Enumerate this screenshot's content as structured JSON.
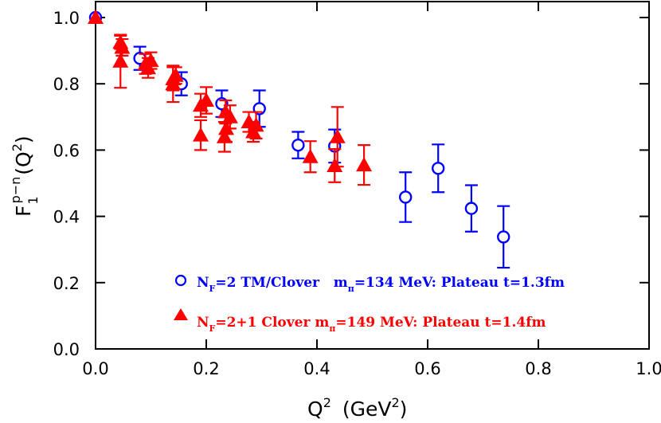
{
  "chart_data": {
    "type": "scatter",
    "title": "",
    "xlabel": "Q^2 (GeV^2)",
    "ylabel": "F_1^{p-n}(Q^2)",
    "xlim": [
      0.0,
      1.0
    ],
    "ylim": [
      0.0,
      1.0
    ],
    "x_ticks": [
      "0.0",
      "0.2",
      "0.4",
      "0.6",
      "0.8",
      "1.0"
    ],
    "y_ticks": [
      "0.0",
      "0.2",
      "0.4",
      "0.6",
      "0.8",
      "1.0"
    ],
    "grid": false,
    "legend_position": "lower-left-inside",
    "series": [
      {
        "name": "N_F=2 TM/Clover  m_pi=134 MeV: Plateau t=1.3fm",
        "marker": "open-circle",
        "color": "#0000ff",
        "points": [
          {
            "x": 0.0,
            "y": 1.0,
            "err": 0.0
          },
          {
            "x": 0.08,
            "y": 0.877,
            "err": 0.035
          },
          {
            "x": 0.155,
            "y": 0.8,
            "err": 0.035
          },
          {
            "x": 0.228,
            "y": 0.74,
            "err": 0.04
          },
          {
            "x": 0.296,
            "y": 0.725,
            "err": 0.055
          },
          {
            "x": 0.366,
            "y": 0.615,
            "err": 0.04
          },
          {
            "x": 0.432,
            "y": 0.612,
            "err": 0.05
          },
          {
            "x": 0.56,
            "y": 0.458,
            "err": 0.075
          },
          {
            "x": 0.619,
            "y": 0.545,
            "err": 0.072
          },
          {
            "x": 0.679,
            "y": 0.424,
            "err": 0.07
          },
          {
            "x": 0.737,
            "y": 0.338,
            "err": 0.093
          }
        ]
      },
      {
        "name": "N_F=2+1 Clover m_pi=149 MeV: Plateau t=1.4fm",
        "marker": "filled-triangle",
        "color": "#ff0000",
        "points": [
          {
            "x": 0.0,
            "y": 1.0,
            "err": 0.0
          },
          {
            "x": 0.045,
            "y": 0.925,
            "err": 0.02
          },
          {
            "x": 0.048,
            "y": 0.91,
            "err": 0.025
          },
          {
            "x": 0.045,
            "y": 0.868,
            "err": 0.08
          },
          {
            "x": 0.09,
            "y": 0.86,
            "err": 0.03
          },
          {
            "x": 0.1,
            "y": 0.87,
            "err": 0.025
          },
          {
            "x": 0.095,
            "y": 0.848,
            "err": 0.03
          },
          {
            "x": 0.14,
            "y": 0.815,
            "err": 0.035
          },
          {
            "x": 0.145,
            "y": 0.825,
            "err": 0.025
          },
          {
            "x": 0.14,
            "y": 0.8,
            "err": 0.055
          },
          {
            "x": 0.19,
            "y": 0.735,
            "err": 0.035
          },
          {
            "x": 0.2,
            "y": 0.75,
            "err": 0.04
          },
          {
            "x": 0.19,
            "y": 0.645,
            "err": 0.045
          },
          {
            "x": 0.235,
            "y": 0.715,
            "err": 0.035
          },
          {
            "x": 0.243,
            "y": 0.7,
            "err": 0.035
          },
          {
            "x": 0.236,
            "y": 0.665,
            "err": 0.04
          },
          {
            "x": 0.233,
            "y": 0.64,
            "err": 0.045
          },
          {
            "x": 0.277,
            "y": 0.685,
            "err": 0.03
          },
          {
            "x": 0.29,
            "y": 0.675,
            "err": 0.04
          },
          {
            "x": 0.285,
            "y": 0.655,
            "err": 0.03
          },
          {
            "x": 0.388,
            "y": 0.58,
            "err": 0.047
          },
          {
            "x": 0.432,
            "y": 0.553,
            "err": 0.05
          },
          {
            "x": 0.437,
            "y": 0.64,
            "err": 0.09
          },
          {
            "x": 0.485,
            "y": 0.555,
            "err": 0.06
          }
        ]
      }
    ]
  },
  "axes": {
    "xlabel_main": "Q",
    "xlabel_sup": "2",
    "xlabel_rest": "(GeV",
    "xlabel_sup2": "2",
    "xlabel_close": ")",
    "ylabel_main": "F",
    "ylabel_sub": "1",
    "ylabel_sup": "p−n",
    "ylabel_rest": "(Q",
    "ylabel_sup2": "2",
    "ylabel_close": ")"
  },
  "legend": {
    "items": [
      {
        "marker": "open-circle",
        "color": "#0000ff",
        "n_label": "N",
        "n_sub": "F",
        "text1": "=2 TM/Clover   m",
        "pi_sub": "π",
        "text2": "=134 MeV: Plateau t=1.3fm"
      },
      {
        "marker": "filled-triangle",
        "color": "#ff0000",
        "n_label": "N",
        "n_sub": "F",
        "text1": "=2+1 Clover m",
        "pi_sub": "π",
        "text2": "=149 MeV: Plateau t=1.4fm"
      }
    ]
  }
}
